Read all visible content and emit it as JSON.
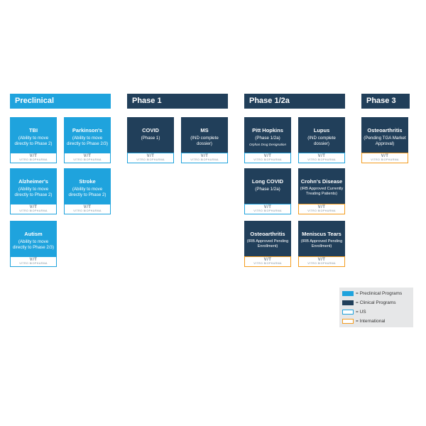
{
  "headers": {
    "preclinical": "Preclinical",
    "phase1": "Phase 1",
    "phase12a": "Phase 1/2a",
    "phase3": "Phase 3"
  },
  "logo": {
    "mark": "V/T",
    "word": "VITRO BIOPHARMA"
  },
  "cards": {
    "tbi": {
      "name": "TBI",
      "desc": "(Ability to move directly to Phase 2)"
    },
    "parkinsons": {
      "name": "Parkinson's",
      "desc": "(Ability to move directly to Phase 2/3)"
    },
    "alzheimers": {
      "name": "Alzheimer's",
      "desc": "(Ability to move directly to Phase 2)"
    },
    "stroke": {
      "name": "Stroke",
      "desc": "(Ability to move directly to Phase 2)"
    },
    "autism": {
      "name": "Autism",
      "desc": "(Ability to move directly to Phase 2/3)"
    },
    "covid": {
      "name": "COVID",
      "desc": "(Phase 1)"
    },
    "ms": {
      "name": "MS",
      "desc": "(IND complete dossier)"
    },
    "pitt_hopkins": {
      "name": "Pitt Hopkins",
      "desc": "(Phase 1/2a)",
      "note": "Orphan Drug Designation"
    },
    "lupus": {
      "name": "Lupus",
      "desc": "(IND complete dossier)"
    },
    "long_covid": {
      "name": "Long COVID",
      "desc": "(Phase 1/2a)"
    },
    "crohns": {
      "name": "Crohn's Disease",
      "desc": "(IRB Approved Currently Treating Patients)"
    },
    "osteoarthritis_12a": {
      "name": "Osteoarthritis",
      "desc": "(IRB Approved Pending Enrollment)"
    },
    "meniscus": {
      "name": "Meniscus Tears",
      "desc": "(IRB Approved Pending Enrollment)"
    },
    "osteoarthritis_p3": {
      "name": "Osteoarthritis",
      "desc": "(Pending TGA Market Approval)"
    }
  },
  "legend": {
    "preclinical": "= Preclinical Programs",
    "clinical": "= Clinical Programs",
    "us": "= US",
    "international": "= International"
  },
  "colors": {
    "preclinical": "#1fa3dd",
    "clinical": "#213f5a",
    "us_border": "#1fa3dd",
    "international_border": "#f39c1e",
    "legend_bg": "#e6e7e8"
  }
}
